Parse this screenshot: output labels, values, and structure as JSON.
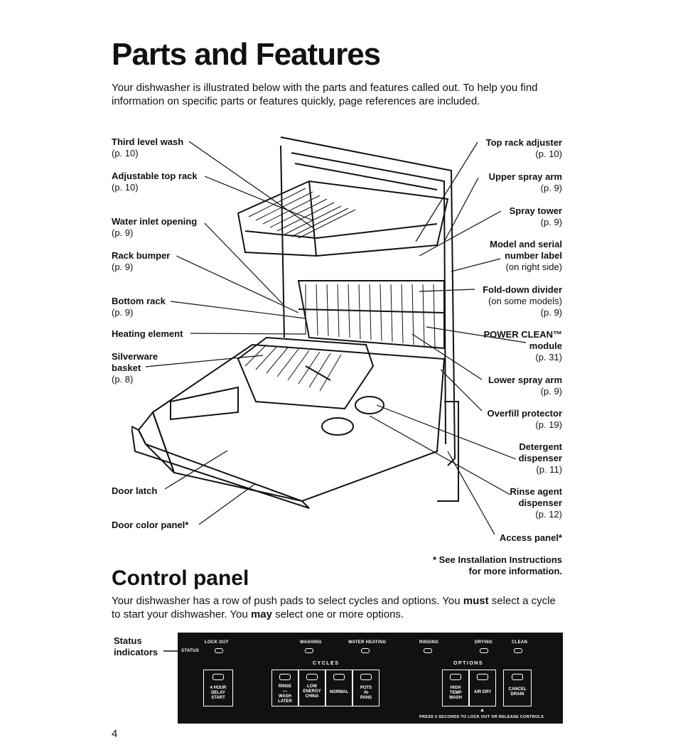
{
  "page": {
    "title": "Parts and Features",
    "intro": "Your dishwasher is illustrated below with the parts and features called out. To help you find information on specific parts or features quickly, page references are included.",
    "page_number": "4"
  },
  "callouts_left": [
    {
      "name": "Third level wash",
      "ref": "(p. 10)"
    },
    {
      "name": "Adjustable top rack",
      "ref": "(p. 10)"
    },
    {
      "name": "Water inlet opening",
      "ref": "(p. 9)"
    },
    {
      "name": "Rack bumper",
      "ref": "(p. 9)"
    },
    {
      "name": "Bottom rack",
      "ref": "(p. 9)"
    },
    {
      "name": "Heating element",
      "ref": ""
    },
    {
      "name": "Silverware",
      "name2": "basket",
      "ref": "(p. 8)"
    },
    {
      "name": "Door latch",
      "ref": ""
    },
    {
      "name": "Door color panel*",
      "ref": ""
    }
  ],
  "callouts_right": [
    {
      "name": "Top rack adjuster",
      "ref": "(p. 10)"
    },
    {
      "name": "Upper spray arm",
      "ref": "(p. 9)"
    },
    {
      "name": "Spray tower",
      "ref": "(p. 9)"
    },
    {
      "name": "Model and serial",
      "name2": "number label",
      "ref": "(on right side)"
    },
    {
      "name": "Fold-down divider",
      "ref": "(on some models)",
      "ref2": "(p. 9)"
    },
    {
      "name": "POWER CLEAN™",
      "name2": "module",
      "ref": "(p. 31)"
    },
    {
      "name": "Lower spray arm",
      "ref": "(p. 9)"
    },
    {
      "name": "Overfill protector",
      "ref": "(p. 19)"
    },
    {
      "name": "Detergent",
      "name2": "dispenser",
      "ref": "(p. 11)"
    },
    {
      "name": "Rinse agent",
      "name2": "dispenser",
      "ref": "(p. 12)"
    },
    {
      "name": "Access panel*",
      "ref": ""
    }
  ],
  "footnote": {
    "line1": "* See Installation Instructions",
    "line2": "for more information."
  },
  "control": {
    "heading": "Control panel",
    "intro_a": "Your dishwasher has a row of push pads to select cycles and options. You ",
    "intro_b": "must",
    "intro_c": " select a cycle to start your dishwasher. You ",
    "intro_d": "may",
    "intro_e": " select one or more options.",
    "status_label_1": "Status",
    "status_label_2": "indicators"
  },
  "panel": {
    "lock_out": "LOCK OUT",
    "status": "STATUS",
    "washing": "WASHING",
    "water_heating": "WATER HEATING",
    "rinsing": "RINSING",
    "drying": "DRYING",
    "clean": "CLEAN",
    "cycles": "CYCLES",
    "options": "OPTIONS",
    "delay_l1": "4 HOUR",
    "delay_l2": "DELAY",
    "delay_l3": "START",
    "rinse_l1": "RINSE",
    "rinse_l2": "—",
    "rinse_l3": "WASH",
    "rinse_l4": "LATER",
    "low_l1": "LOW",
    "low_l2": "ENERGY",
    "low_l3": "CHINA",
    "normal": "NORMAL",
    "pots_l1": "POTS",
    "pots_l2": "-N-",
    "pots_l3": "PANS",
    "high_l1": "HIGH",
    "high_l2": "TEMP",
    "high_l3": "WASH",
    "air_dry": "AIR DRY",
    "cancel_l1": "CANCEL",
    "cancel_l2": "DRAIN",
    "press_note": "PRESS 5 SECONDS TO LOCK OUT OR RELEASE CONTROLS"
  }
}
